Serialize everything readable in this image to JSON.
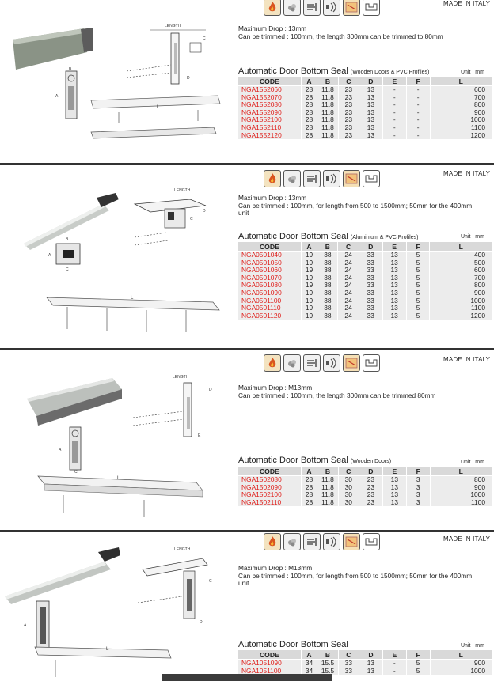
{
  "made_in": "MADE IN ITALY",
  "unit": "Unit : mm",
  "columns": [
    "CODE",
    "A",
    "B",
    "C",
    "D",
    "E",
    "F",
    "L"
  ],
  "diagram_labels": {
    "length": "LENGTH",
    "a": "A",
    "b": "B",
    "c": "C",
    "d": "D",
    "e": "E",
    "l": "L"
  },
  "badges": [
    "fire-icon",
    "smoke-icon",
    "airflow-icon",
    "sound-icon",
    "heat-icon",
    "profile-icon"
  ],
  "sections": [
    {
      "desc": [
        "Maximum Drop : 13mm",
        "Can be trimmed : 100mm, the length 300mm can be trimmed to 80mm"
      ],
      "title": "Automatic Door Bottom Seal",
      "subtitle": "(Wooden Doors & PVC Profiles)",
      "rows": [
        [
          "NGA1552060",
          "28",
          "11.8",
          "23",
          "13",
          "-",
          "-",
          "600"
        ],
        [
          "NGA1552070",
          "28",
          "11.8",
          "23",
          "13",
          "-",
          "-",
          "700"
        ],
        [
          "NGA1552080",
          "28",
          "11.8",
          "23",
          "13",
          "-",
          "-",
          "800"
        ],
        [
          "NGA1552090",
          "28",
          "11.8",
          "23",
          "13",
          "-",
          "-",
          "900"
        ],
        [
          "NGA1552100",
          "28",
          "11.8",
          "23",
          "13",
          "-",
          "-",
          "1000"
        ],
        [
          "NGA1552110",
          "28",
          "11.8",
          "23",
          "13",
          "-",
          "-",
          "1100"
        ],
        [
          "NGA1552120",
          "28",
          "11.8",
          "23",
          "13",
          "-",
          "-",
          "1200"
        ]
      ]
    },
    {
      "desc": [
        "Maximum Drop : 13mm",
        "Can be trimmed : 100mm, for length from 500 to 1500mm; 50mm for the 400mm unit"
      ],
      "title": "Automatic Door Bottom Seal",
      "subtitle": "(Aluminium & PVC Profiles)",
      "rows": [
        [
          "NGA0501040",
          "19",
          "38",
          "24",
          "33",
          "13",
          "5",
          "400"
        ],
        [
          "NGA0501050",
          "19",
          "38",
          "24",
          "33",
          "13",
          "5",
          "500"
        ],
        [
          "NGA0501060",
          "19",
          "38",
          "24",
          "33",
          "13",
          "5",
          "600"
        ],
        [
          "NGA0501070",
          "19",
          "38",
          "24",
          "33",
          "13",
          "5",
          "700"
        ],
        [
          "NGA0501080",
          "19",
          "38",
          "24",
          "33",
          "13",
          "5",
          "800"
        ],
        [
          "NGA0501090",
          "19",
          "38",
          "24",
          "33",
          "13",
          "5",
          "900"
        ],
        [
          "NGA0501100",
          "19",
          "38",
          "24",
          "33",
          "13",
          "5",
          "1000"
        ],
        [
          "NGA0501110",
          "19",
          "38",
          "24",
          "33",
          "13",
          "5",
          "1100"
        ],
        [
          "NGA0501120",
          "19",
          "38",
          "24",
          "33",
          "13",
          "5",
          "1200"
        ]
      ]
    },
    {
      "desc": [
        "Maximum Drop : M13mm",
        "Can be trimmed : 100mm, the length 300mm can be trimmed 80mm"
      ],
      "title": "Automatic Door Bottom Seal",
      "subtitle": "(Wooden Doors)",
      "rows": [
        [
          "NGA1502080",
          "28",
          "11.8",
          "30",
          "23",
          "13",
          "3",
          "800"
        ],
        [
          "NGA1502090",
          "28",
          "11.8",
          "30",
          "23",
          "13",
          "3",
          "900"
        ],
        [
          "NGA1502100",
          "28",
          "11.8",
          "30",
          "23",
          "13",
          "3",
          "1000"
        ],
        [
          "NGA1502110",
          "28",
          "11.8",
          "30",
          "23",
          "13",
          "3",
          "1100"
        ]
      ]
    },
    {
      "desc": [
        "Maximum Drop : M13mm",
        "Can be trimmed : 100mm, for length from 500 to 1500mm; 50mm for the 400mm unit."
      ],
      "title": "Automatic Door Bottom Seal",
      "subtitle": "",
      "rows": [
        [
          "NGA1051090",
          "34",
          "15.5",
          "33",
          "13",
          "-",
          "5",
          "900"
        ],
        [
          "NGA1051100",
          "34",
          "15.5",
          "33",
          "13",
          "-",
          "5",
          "1000"
        ]
      ]
    }
  ]
}
